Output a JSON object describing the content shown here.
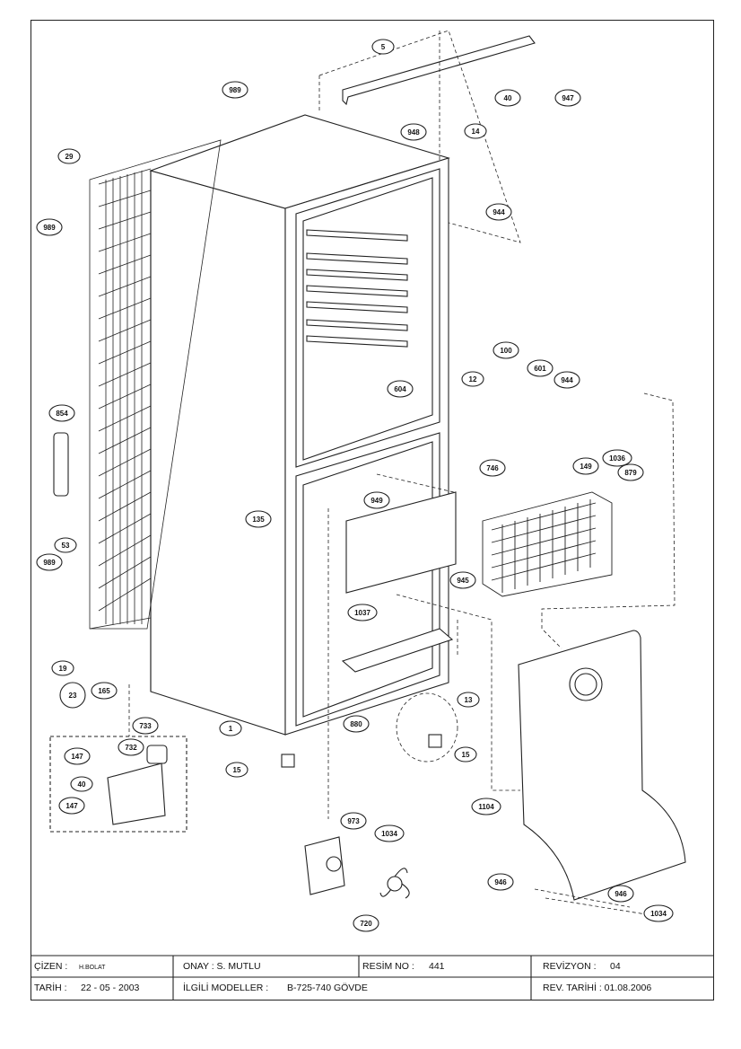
{
  "callouts": {
    "c5": "5",
    "c40a": "40",
    "c947": "947",
    "c948": "948",
    "c14": "14",
    "c944a": "944",
    "c989a": "989",
    "c29": "29",
    "c989b": "989",
    "c854": "854",
    "c53": "53",
    "c989c": "989",
    "c19": "19",
    "c165": "165",
    "c23": "23",
    "c100": "100",
    "c601": "601",
    "c944b": "944",
    "c12": "12",
    "c604": "604",
    "c746": "746",
    "c149": "149",
    "c1036": "1036",
    "c879": "879",
    "c949": "949",
    "c135": "135",
    "c945": "945",
    "c1037": "1037",
    "c13": "13",
    "c15a": "15",
    "c880": "880",
    "c1": "1",
    "c733": "733",
    "c732": "732",
    "c147a": "147",
    "c40b": "40",
    "c147b": "147",
    "c15b": "15",
    "c1104": "1104",
    "c973": "973",
    "c1034a": "1034",
    "c946a": "946",
    "c946b": "946",
    "c1034b": "1034",
    "c720": "720"
  },
  "title_block": {
    "cizen_label": "ÇİZEN :",
    "cizen_value": "H.BOLAT",
    "onay": "ONAY : S. MUTLU",
    "resim_label": "RESİM NO :",
    "resim_value": "441",
    "revizyon_label": "REVİZYON :",
    "revizyon_value": "04",
    "tarih_label": "TARİH :",
    "tarih_value": "22 - 05 - 2003",
    "modeller_label": "İLGİLİ MODELLER :",
    "modeller_value": "B-725-740 GÖVDE",
    "rev_tarihi": "REV. TARİHİ : 01.08.2006"
  }
}
